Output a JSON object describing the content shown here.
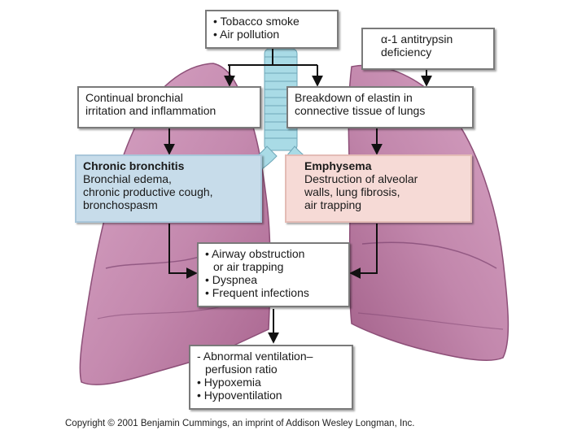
{
  "causes_box": {
    "items": [
      "Tobacco smoke",
      "Air pollution"
    ]
  },
  "aat_box": {
    "lines": [
      "α-1 antitrypsin",
      "deficiency"
    ]
  },
  "irritation_box": {
    "lines": [
      "Continual bronchial",
      "irritation and inflammation"
    ]
  },
  "elastin_box": {
    "lines": [
      "Breakdown of elastin in",
      "connective tissue of lungs"
    ]
  },
  "bronchitis_box": {
    "title": "Chronic bronchitis",
    "lines": [
      "Bronchial edema,",
      "chronic productive cough,",
      "bronchospasm"
    ]
  },
  "emphysema_box": {
    "title": "Emphysema",
    "lines": [
      "Destruction of alveolar",
      "walls, lung fibrosis,",
      "air trapping"
    ]
  },
  "obstruction_box": {
    "items": [
      {
        "text": "Airway obstruction",
        "cont": "or air trapping"
      },
      {
        "text": "Dyspnea"
      },
      {
        "text": "Frequent infections"
      }
    ]
  },
  "outcome_box": {
    "items": [
      {
        "text": "Abnormal ventilation–",
        "cont": "perfusion ratio"
      },
      {
        "text": "Hypoxemia"
      },
      {
        "text": "Hypoventilation"
      }
    ]
  },
  "copyright": "Copyright © 2001 Benjamin Cummings, an imprint of Addison Wesley Longman, Inc.",
  "colors": {
    "lung": "#c98fb3",
    "lung_dark": "#9e5d88",
    "trachea": "#a9dbe6",
    "bronchitis_fill": "#c7dcea",
    "emphysema_fill": "#f6dad6",
    "arrow": "#111111"
  }
}
